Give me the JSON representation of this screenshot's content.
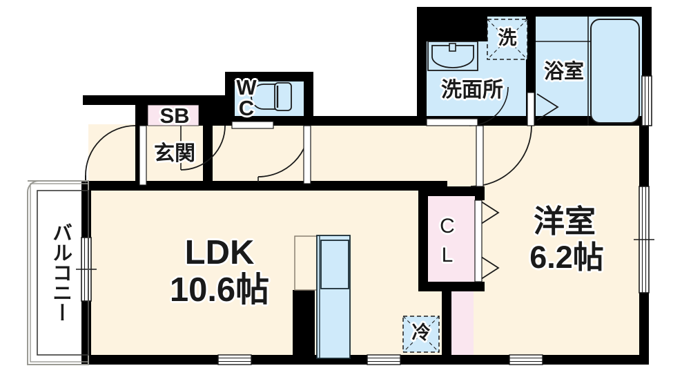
{
  "plan": {
    "title": "Apartment Floor Plan",
    "colors": {
      "wall": "#000000",
      "floor_cream": "#fdf3e0",
      "water_blue": "#cfeafa",
      "closet_pink": "#fae6ef",
      "outline": "#1a1a1a",
      "background": "#ffffff",
      "window_fill": "#ffffff"
    },
    "rooms": [
      {
        "id": "ldk",
        "name_line1": "LDK",
        "name_line2": "10.6帖",
        "area_jo": "10.6",
        "fill": "floor_cream"
      },
      {
        "id": "washitsu",
        "name_line1": "洋室",
        "name_line2": "6.2帖",
        "area_jo": "6.2",
        "fill": "floor_cream"
      },
      {
        "id": "genkan",
        "name_line1": "玄関",
        "fill": "floor_cream"
      },
      {
        "id": "wc",
        "name_line1": "W",
        "name_line2": "C",
        "fill": "water_blue"
      },
      {
        "id": "senmenjo",
        "name_line1": "洗面所",
        "fill": "water_blue"
      },
      {
        "id": "yokushitsu",
        "name_line1": "浴室",
        "fill": "water_blue"
      },
      {
        "id": "balcony",
        "name_line1": "バルコニー",
        "fill": "background"
      }
    ],
    "fixtures": [
      {
        "id": "shoe-box",
        "label": "SB",
        "fill": "closet_pink"
      },
      {
        "id": "closet",
        "label_line1": "C",
        "label_line2": "L",
        "fill": "closet_pink"
      },
      {
        "id": "washer-space",
        "label": "洗",
        "fill": "water_blue",
        "style": "dashed-x"
      },
      {
        "id": "fridge-space",
        "label": "冷",
        "fill": "water_blue",
        "style": "dashed-x"
      },
      {
        "id": "toilet",
        "label": "",
        "fill": "water_blue"
      },
      {
        "id": "washbasin",
        "label": "",
        "fill": "water_blue"
      },
      {
        "id": "bathtub",
        "label": "",
        "fill": "water_blue"
      },
      {
        "id": "kitchen-sink",
        "label": "",
        "fill": "water_blue"
      }
    ],
    "labels": {
      "ldk_name": "LDK",
      "ldk_area": "10.6帖",
      "washitsu_name": "洋室",
      "washitsu_area": "6.2帖",
      "genkan": "玄関",
      "shoe_box": "SB",
      "wc_top": "W",
      "wc_bottom": "C",
      "senmenjo": "洗面所",
      "washer": "洗",
      "yokushitsu": "浴室",
      "closet_top": "C",
      "closet_bottom": "L",
      "fridge": "冷",
      "balcony": "バルコニー"
    }
  }
}
